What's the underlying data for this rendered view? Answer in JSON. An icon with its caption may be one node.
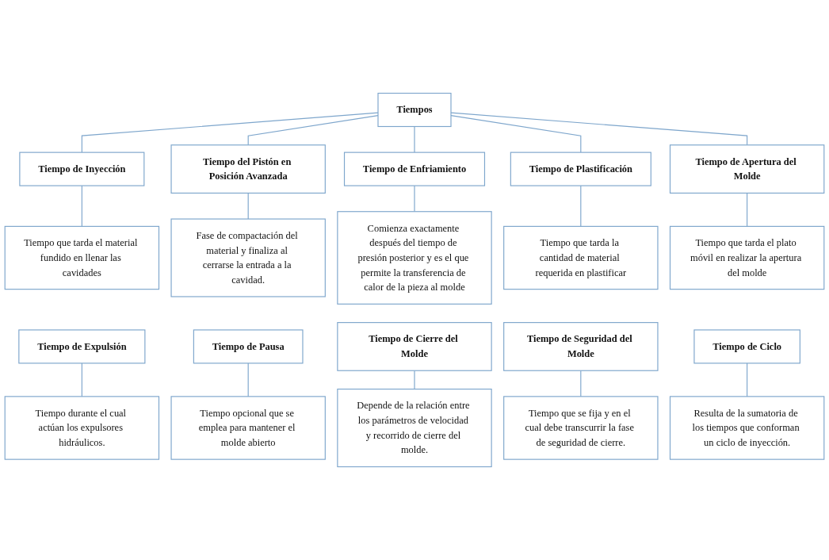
{
  "diagram": {
    "nodes": [
      {
        "text": [
          "Tiempos"
        ]
      },
      {
        "text": [
          "Tiempo de Inyección"
        ]
      },
      {
        "text": [
          "Tiempo del Pistón en Posición Avanzada"
        ]
      },
      {
        "text": [
          "Tiempo de Enfriamiento"
        ]
      },
      {
        "text": [
          "Tiempo de Plastificación"
        ]
      },
      {
        "text": [
          "Tiempo de Apertura del Molde"
        ]
      },
      {
        "text": [
          "Tiempo que tarda el material fundido en llenar las cavidades"
        ]
      },
      {
        "text": [
          "Fase de compactación del material y finaliza al cerrarse la entrada a la cavidad."
        ]
      },
      {
        "text": [
          "Comienza exactamente después del tiempo de presión posterior y es el que permite la transferencia de calor de la pieza al molde"
        ]
      },
      {
        "text": [
          "Tiempo que tarda la cantidad de material requerida en plastificar"
        ]
      },
      {
        "text": [
          "Tiempo que tarda el plato móvil en realizar la apertura del molde"
        ]
      },
      {
        "text": [
          "Tiempo de Expulsión"
        ]
      },
      {
        "text": [
          "Tiempo de Pausa"
        ]
      },
      {
        "text": [
          "Tiempo de Cierre del Molde"
        ]
      },
      {
        "text": [
          "Tiempo de Seguridad del Molde"
        ]
      },
      {
        "text": [
          "Tiempo de Ciclo"
        ]
      },
      {
        "text": [
          "Tiempo durante el cual actúan los expulsores hidráulicos."
        ]
      },
      {
        "text": [
          "Tiempo opcional que se emplea para mantener el molde abierto"
        ]
      },
      {
        "text": [
          "Depende de la relación entre los parámetros de velocidad y recorrido de cierre del molde."
        ]
      },
      {
        "text": [
          "Tiempo que se fija y en el cual debe transcurrir la fase de seguridad de cierre."
        ]
      },
      {
        "text": [
          "Resulta de la sumatoria de los tiempos que conforman un ciclo de inyección."
        ]
      }
    ],
    "edges": [
      {
        "from": 0,
        "to": 1,
        "arrow": "none"
      },
      {
        "from": 0,
        "to": 2,
        "arrow": "none"
      },
      {
        "from": 0,
        "to": 3,
        "arrow": "none"
      },
      {
        "from": 0,
        "to": 4,
        "arrow": "none"
      },
      {
        "from": 0,
        "to": 5,
        "arrow": "none"
      },
      {
        "from": 1,
        "to": 6,
        "arrow": "none"
      },
      {
        "from": 2,
        "to": 7,
        "arrow": "none"
      },
      {
        "from": 3,
        "to": 8,
        "arrow": "none"
      },
      {
        "from": 4,
        "to": 9,
        "arrow": "none"
      },
      {
        "from": 5,
        "to": 10,
        "arrow": "none"
      },
      {
        "from": 11,
        "to": 16,
        "arrow": "none"
      },
      {
        "from": 12,
        "to": 17,
        "arrow": "none"
      },
      {
        "from": 13,
        "to": 18,
        "arrow": "none"
      },
      {
        "from": 14,
        "to": 19,
        "arrow": "none"
      },
      {
        "from": 15,
        "to": 20,
        "arrow": "none"
      }
    ]
  }
}
